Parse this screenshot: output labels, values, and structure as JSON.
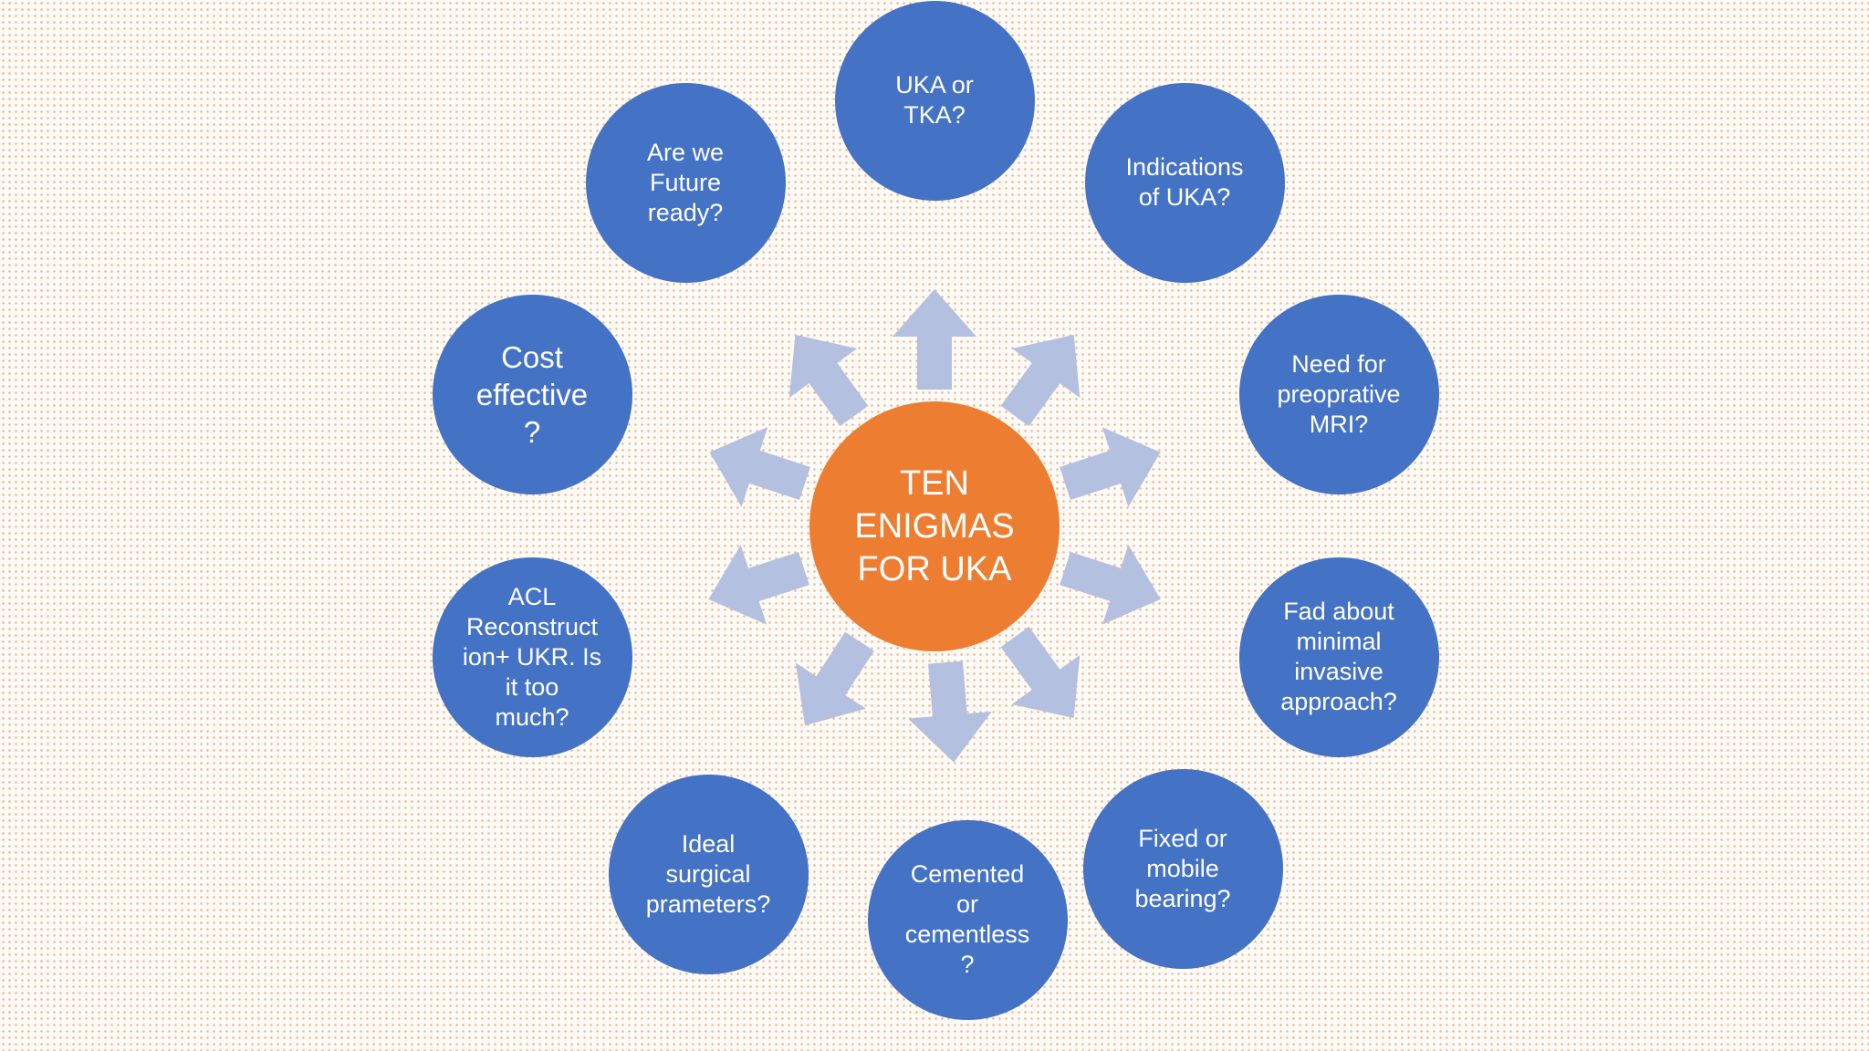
{
  "colors": {
    "outer_node_fill": "#4472c4",
    "center_node_fill": "#ed7d31",
    "arrow_fill": "#b4c0e0",
    "text": "#ffffff",
    "background_dots": "#f1b98f"
  },
  "center": {
    "label": "TEN\nENIGMAS\nFOR UKA"
  },
  "nodes": [
    {
      "id": "uka-or-tka",
      "label": "UKA or\nTKA?"
    },
    {
      "id": "indications",
      "label": "Indications\nof UKA?"
    },
    {
      "id": "preoperative-mri",
      "label": "Need for\npreoprative\nMRI?"
    },
    {
      "id": "minimal-invasive",
      "label": "Fad about\nminimal\ninvasive\napproach?"
    },
    {
      "id": "fixed-or-mobile",
      "label": "Fixed or\nmobile\nbearing?"
    },
    {
      "id": "cemented-or-cementless",
      "label": "Cemented\nor\ncementless\n?"
    },
    {
      "id": "surgical-parameters",
      "label": "Ideal\nsurgical\nprameters?"
    },
    {
      "id": "acl-reconstruction",
      "label": "ACL\nReconstruct\nion+ UKR. Is\nit too\nmuch?"
    },
    {
      "id": "cost-effective",
      "label": "Cost\neffective\n?",
      "large_text": true
    },
    {
      "id": "future-ready",
      "label": "Are we\nFuture\nready?"
    }
  ]
}
